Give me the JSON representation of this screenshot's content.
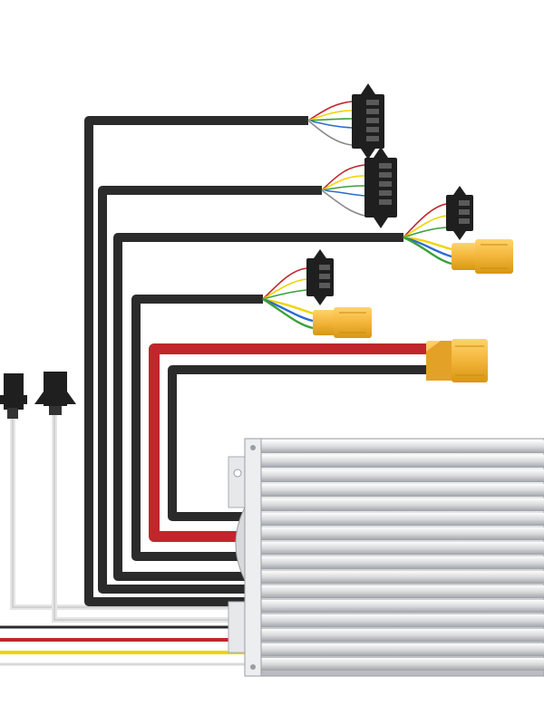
{
  "scene": {
    "subject": "ebike-motor-controller",
    "colors": {
      "background": "#ffffff",
      "cable_black": "#2b2b2b",
      "cable_red": "#c0262b",
      "cable_white": "#e6e6e6",
      "cable_yellow": "#f0d400",
      "connector_orange": "#f2b531",
      "connector_black": "#1f1f1f",
      "housing_light": "#e9eaec",
      "housing_dark": "#a9adb2"
    },
    "components": [
      {
        "name": "controller-housing",
        "material": "aluminum",
        "finned": true
      },
      {
        "name": "connector-6pin-top",
        "type": "jst-sm"
      },
      {
        "name": "connector-6pin-second",
        "type": "jst-sm"
      },
      {
        "name": "connector-3pin-with-xt-female",
        "type": "jst-sm"
      },
      {
        "name": "connector-3pin-with-xt-female-lower",
        "type": "jst-sm"
      },
      {
        "name": "power-xt-connector",
        "type": "xt60"
      },
      {
        "name": "two-pin-plugs-left",
        "type": "sm-2pin"
      }
    ]
  }
}
